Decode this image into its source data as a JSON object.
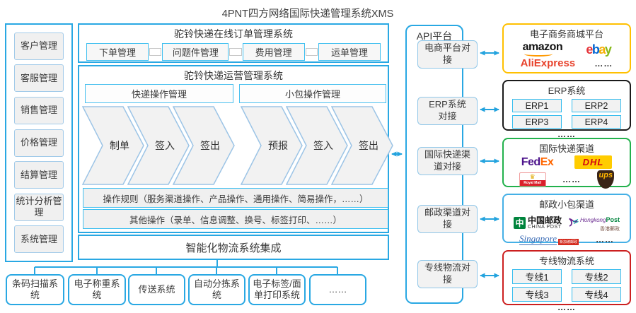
{
  "title": "4PNT四方网络国际快递管理系统XMS",
  "colors": {
    "main_border": "#29A8E3",
    "inner_border": "#3FBFF0",
    "soft_border": "#8FC6E8",
    "ecommerce_border": "#FFC000",
    "erp_border": "#1A1A1A",
    "courier_border": "#22B14C",
    "postal_border": "#45B0E6",
    "dedicated_border": "#CC1F1F",
    "box_fill": "#F0F0F0"
  },
  "sidebar": {
    "items": [
      "客户管理",
      "客服管理",
      "销售管理",
      "价格管理",
      "结算管理",
      "统计分析管理",
      "系统管理"
    ]
  },
  "order_system": {
    "title": "驼铃快递在线订单管理系统",
    "modules": [
      "下单管理",
      "问题件管理",
      "费用管理",
      "运单管理"
    ]
  },
  "ops_system": {
    "title": "驼铃快递运营管理系统",
    "express_group": "快递操作管理",
    "parcel_group": "小包操作管理",
    "express_flow": [
      "制单",
      "签入",
      "签出"
    ],
    "parcel_flow": [
      "预报",
      "签入",
      "签出"
    ],
    "rules": "操作规则（服务渠道操作、产品操作、通用操作、简易操作，……）",
    "other_ops": "其他操作（录单、信息调整、换号、标签打印、……）"
  },
  "integration": {
    "title": "智能化物流系统集成",
    "systems": [
      "条码扫描系统",
      "电子称重系统",
      "传送系统",
      "自动分拣系统",
      "电子标签/面单打印系统",
      "……"
    ]
  },
  "api_platform": {
    "title": "API平台",
    "connectors": [
      "电商平台对接",
      "ERP系统对接",
      "国际快递渠道对接",
      "邮政渠道对接",
      "专线物流对接"
    ]
  },
  "partners": {
    "ecommerce": {
      "title": "电子商务商城平台",
      "amazon": "amazon",
      "ebay": [
        "e",
        "b",
        "a",
        "y"
      ],
      "aliexpress": "AliExpress",
      "more": "……"
    },
    "erp": {
      "title": "ERP系统",
      "items": [
        "ERP1",
        "ERP2",
        "ERP3",
        "ERP4"
      ],
      "more": "……"
    },
    "courier": {
      "title": "国际快递渠道",
      "fedex_fed": "Fed",
      "fedex_ex": "Ex",
      "dhl": "DHL",
      "royal_mail": "Royal Mail",
      "ups": "ups",
      "more": "……"
    },
    "postal": {
      "title": "邮政小包渠道",
      "china_post_cn": "中国邮政",
      "china_post_en": "CHINA POST",
      "hk_en1": "Hongkong",
      "hk_en2": "Post",
      "hk_cn": "香港郵政",
      "sg": "Singapore",
      "sg_badge": "新加坡邮政",
      "more": "……"
    },
    "dedicated": {
      "title": "专线物流系统",
      "items": [
        "专线1",
        "专线2",
        "专线3",
        "专线4"
      ],
      "more": "……"
    }
  }
}
